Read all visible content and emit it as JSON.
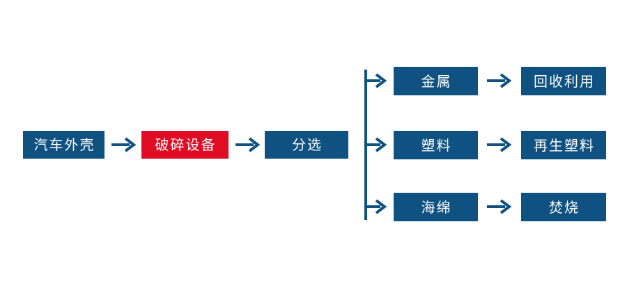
{
  "diagram": {
    "title": "",
    "colors": {
      "node_blue": "#0F5181",
      "node_red": "#DF0C23",
      "node_text": "#FFFFFF",
      "connector": "#0F5181",
      "background": "#FFFFFF"
    },
    "nodes": {
      "shell": "汽车外壳",
      "crusher": "破碎设备",
      "sort": "分选",
      "metal": "金属",
      "plastic": "塑料",
      "sponge": "海绵",
      "recycle": "回收利用",
      "regenerated_plastic": "再生塑料",
      "incineration": "焚烧"
    },
    "connectors": [
      {
        "name": "shell-to-crusher",
        "from": "汽车外壳",
        "to": "破碎设备",
        "kind": "arrow-right"
      },
      {
        "name": "crusher-to-sort",
        "from": "破碎设备",
        "to": "分选",
        "kind": "arrow-right"
      },
      {
        "name": "sort-branch-bus",
        "from": "分选",
        "to": [
          "金属",
          "塑料",
          "海绵"
        ],
        "kind": "vertical-bus"
      },
      {
        "name": "bus-to-metal",
        "from": "分选",
        "to": "金属",
        "kind": "branch-arrow-right"
      },
      {
        "name": "bus-to-plastic",
        "from": "分选",
        "to": "塑料",
        "kind": "branch-arrow-right"
      },
      {
        "name": "bus-to-sponge",
        "from": "分选",
        "to": "海绵",
        "kind": "branch-arrow-right"
      },
      {
        "name": "metal-to-recycle",
        "from": "金属",
        "to": "回收利用",
        "kind": "arrow-right"
      },
      {
        "name": "plastic-to-regenerated",
        "from": "塑料",
        "to": "再生塑料",
        "kind": "arrow-right"
      },
      {
        "name": "sponge-to-incineration",
        "from": "海绵",
        "to": "焚烧",
        "kind": "arrow-right"
      }
    ]
  }
}
